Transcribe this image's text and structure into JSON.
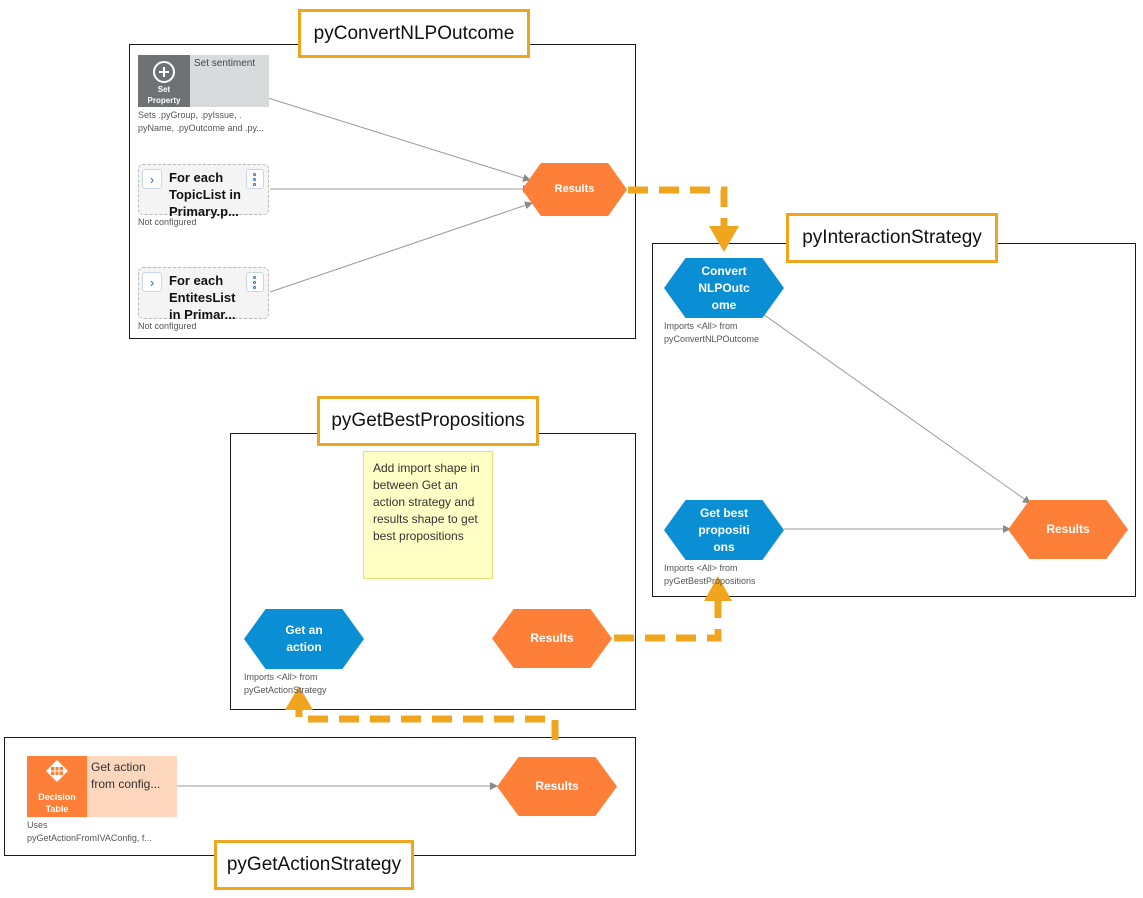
{
  "labels": {
    "convert": "pyConvertNLPOutcome",
    "interaction": "pyInteractionStrategy",
    "bestprops": "pyGetBestPropositions",
    "actionstrategy": "pyGetActionStrategy"
  },
  "convert": {
    "set_property": {
      "icon_name": "set-property-icon",
      "icon_label_line1": "Set",
      "icon_label_line2": "Property",
      "title": "Set sentiment",
      "desc_line1": "Sets .pyGroup, .pyIssue, .",
      "desc_line2": "pyName, .pyOutcome and .py..."
    },
    "foreach1": {
      "line1": "For each",
      "line2": "TopicList in",
      "line3": "Primary.p...",
      "status": "Not configured"
    },
    "foreach2": {
      "line1": "For each",
      "line2": "EntitesList",
      "line3": "in Primar...",
      "status": "Not configured"
    },
    "results": "Results"
  },
  "interaction": {
    "convert_hex": {
      "line1": "Convert",
      "line2": "NLPOutc",
      "line3": "ome"
    },
    "convert_desc": {
      "line1": "Imports <All> from",
      "line2": "pyConvertNLPOutcome"
    },
    "best_hex": {
      "line1": "Get best",
      "line2": "propositi",
      "line3": "ons"
    },
    "best_desc": {
      "line1": "Imports <All> from",
      "line2": "pyGetBestPropositions"
    },
    "results": "Results"
  },
  "bestprops": {
    "note": "Add import shape in between Get an action strategy and results shape to get best propositions",
    "action_hex": {
      "line1": "Get an",
      "line2": "action"
    },
    "action_desc": {
      "line1": "Imports <All> from",
      "line2": "pyGetActionStrategy"
    },
    "results": "Results"
  },
  "actionstrategy": {
    "decision_table": {
      "icon_name": "decision-table-icon",
      "icon_label_line1": "Decision",
      "icon_label_line2": "Table",
      "title_line1": "Get action",
      "title_line2": "from config..."
    },
    "desc_line1": "Uses",
    "desc_line2": "pyGetActionFromIVAConfig, f...",
    "results": "Results"
  },
  "colors": {
    "accent": "#f0a51e",
    "orange_shape": "#fd7f38",
    "blue_shape": "#0b8fd4",
    "note_bg": "#ffffc5",
    "gray_shape": "#6f7275"
  }
}
